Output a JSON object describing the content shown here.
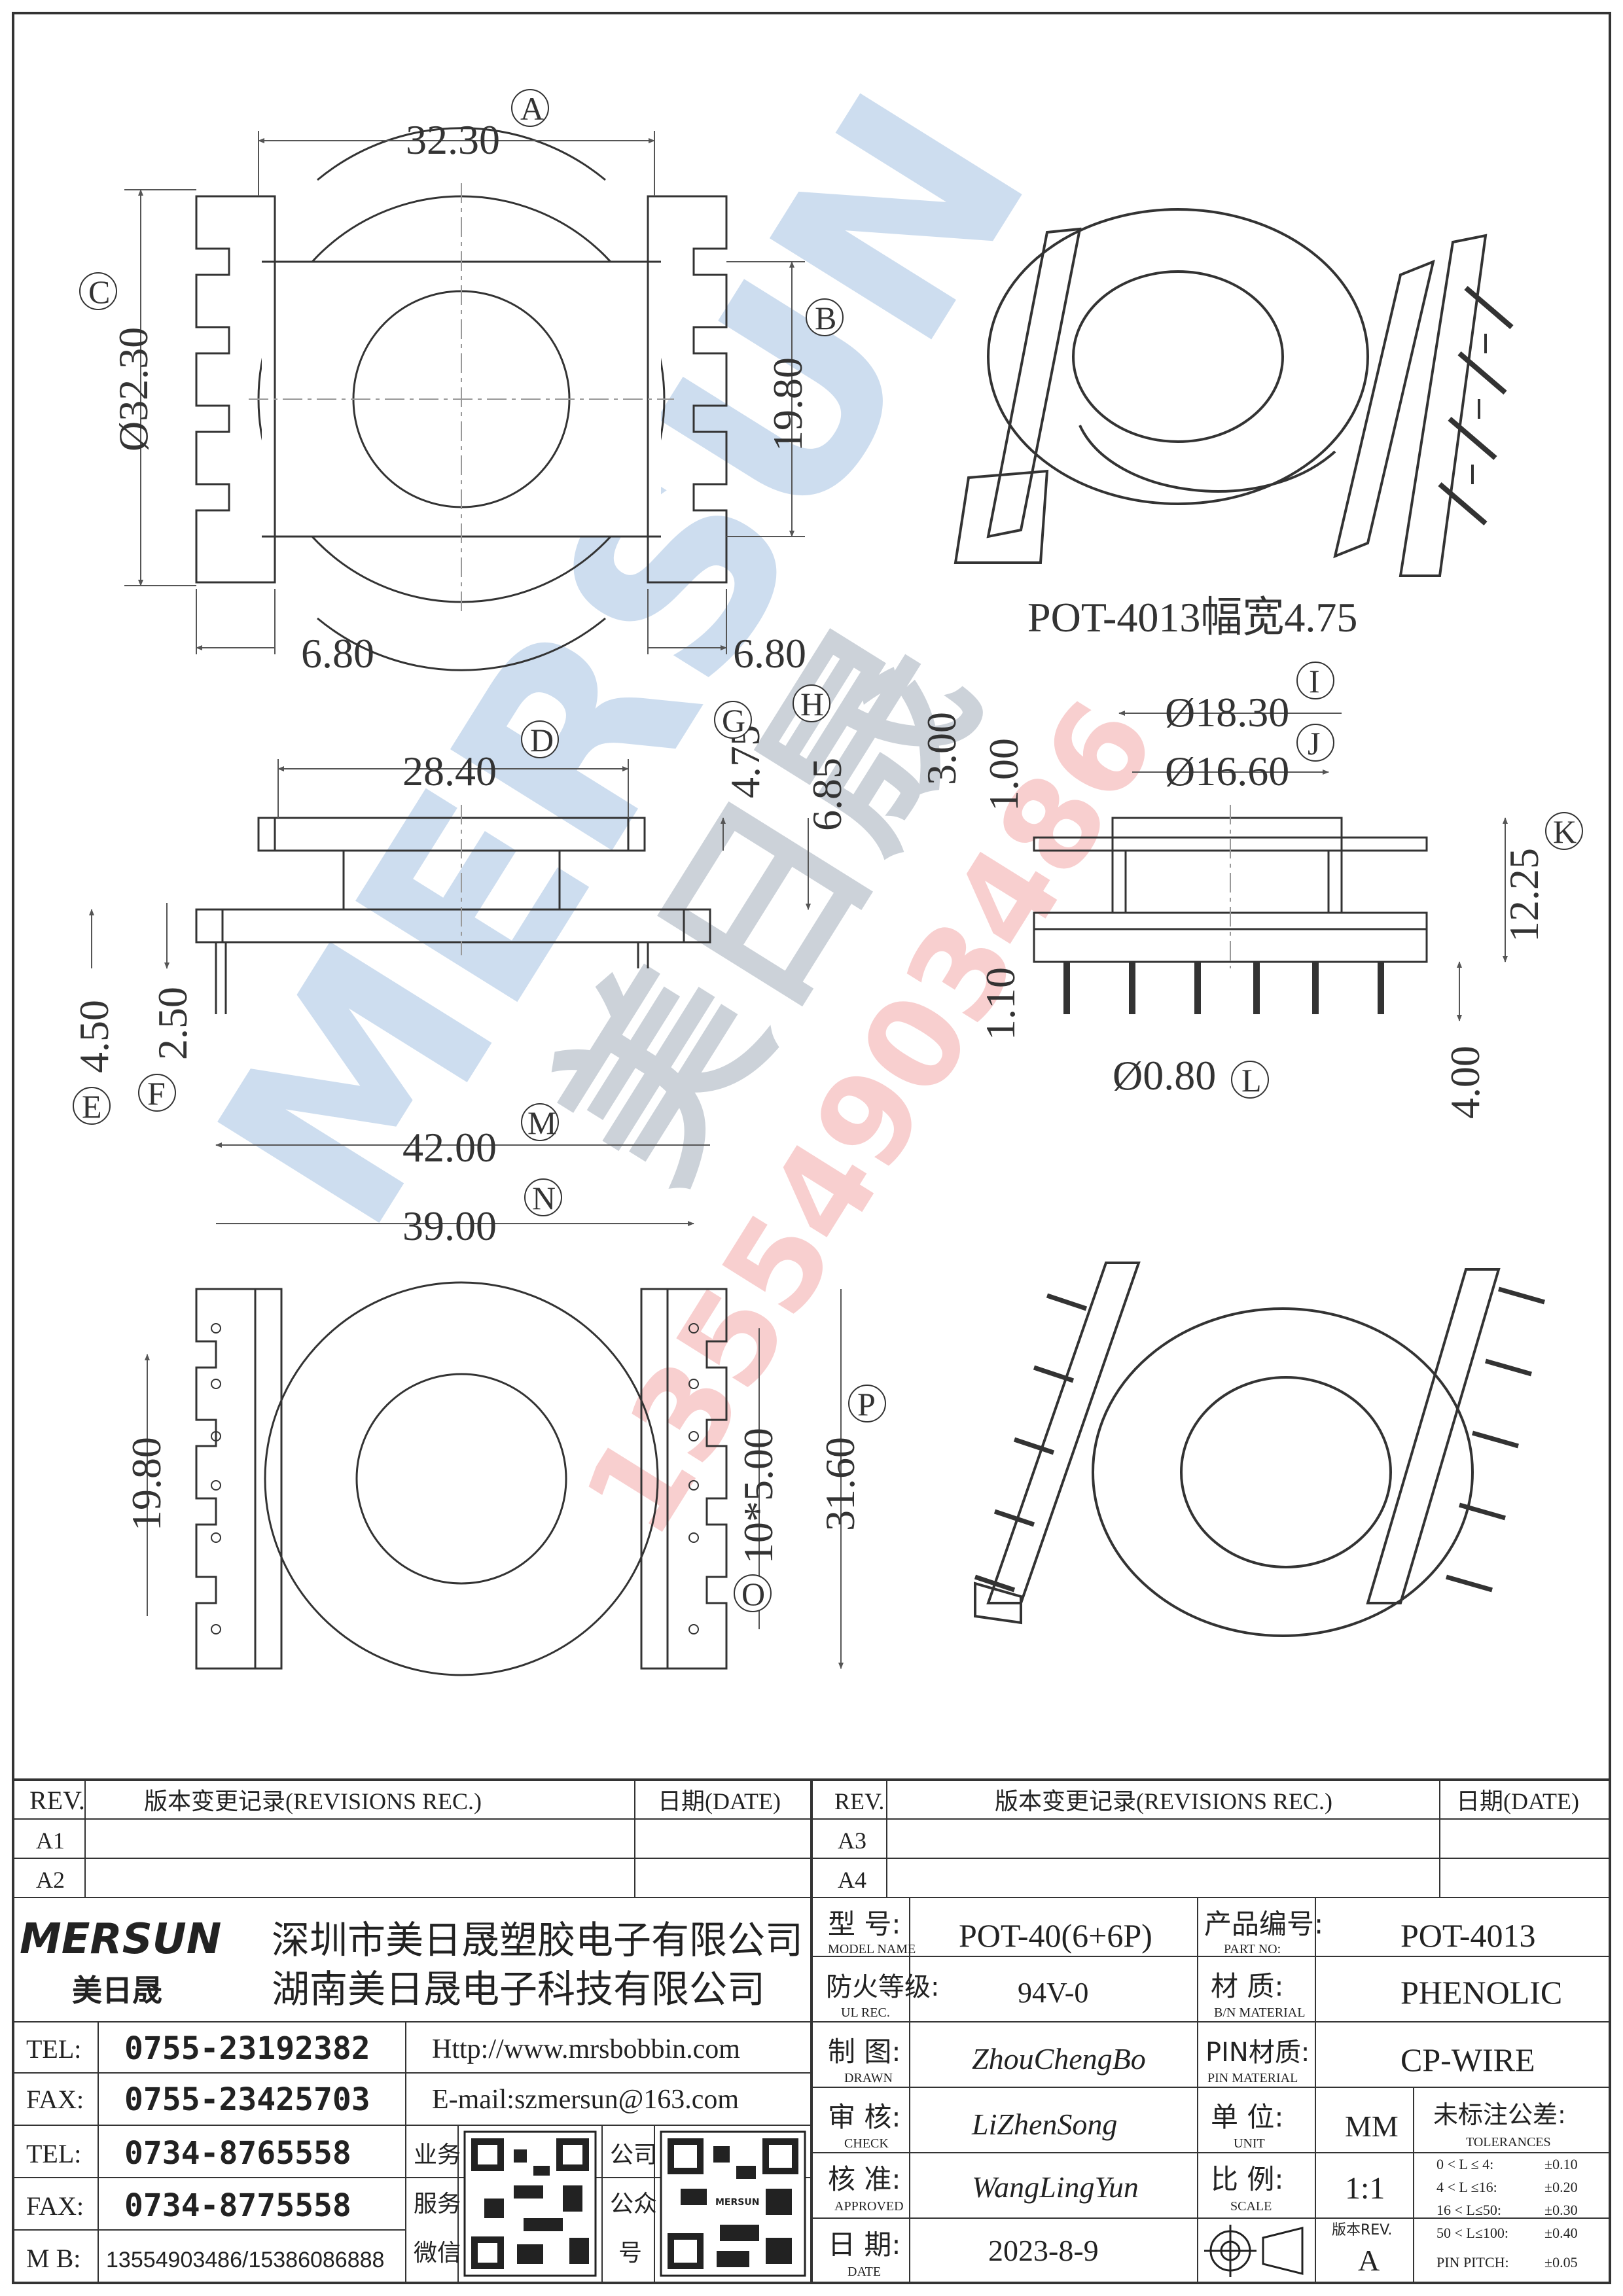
{
  "watermark": {
    "brand": "MERSUN",
    "chinese": "美日晟",
    "phone": "13554903486"
  },
  "dimensions": {
    "top_view": {
      "A": "32.30",
      "B": "19.80",
      "C": "Ø32.30",
      "left_width": "6.80",
      "right_width": "6.80"
    },
    "front_view": {
      "D": "28.40",
      "G": "4.75",
      "H": "6.85",
      "E": "4.50",
      "F": "2.50"
    },
    "side_view": {
      "I": "Ø18.30",
      "J": "Ø16.60",
      "K": "12.25",
      "t1": "3.00",
      "t2": "1.00",
      "t3": "1.10",
      "L": "Ø0.80",
      "pin_len": "4.00"
    },
    "bottom_view": {
      "M": "42.00",
      "N": "39.00",
      "height": "19.80",
      "O": "10*5.00",
      "P": "31.60"
    }
  },
  "labels": [
    "A",
    "B",
    "C",
    "D",
    "E",
    "F",
    "G",
    "H",
    "I",
    "J",
    "K",
    "L",
    "M",
    "N",
    "O",
    "P"
  ],
  "iso_caption": "POT-4013幅宽4.75",
  "revisions": {
    "left": {
      "rev": "REV.",
      "title": "版本变更记录(REVISIONS REC.)",
      "date": "日期(DATE)",
      "rows": [
        "A1",
        "A2"
      ]
    },
    "right": {
      "rev": "REV.",
      "title": "版本变更记录(REVISIONS REC.)",
      "date": "日期(DATE)",
      "rows": [
        "A3",
        "A4"
      ]
    }
  },
  "company": {
    "logo": "MERSUN",
    "logo_cn": "美日晟",
    "name1": "深圳市美日晟塑胶电子有限公司",
    "name2": "湖南美日晟电子科技有限公司",
    "contacts": [
      {
        "label": "TEL:",
        "value": "0755-23192382"
      },
      {
        "label": "FAX:",
        "value": "0755-23425703"
      },
      {
        "label": "TEL:",
        "value": "0734-8765558"
      },
      {
        "label": "FAX:",
        "value": "0734-8775558"
      },
      {
        "label": "M B:",
        "value": "13554903486/15386086888"
      }
    ],
    "web": "Http://www.mrsbobbin.com",
    "email": "E-mail:szmersun@163.com",
    "qr1_label": [
      "业务",
      "服务",
      "微信"
    ],
    "qr2_label": [
      "公司",
      "公众",
      "号"
    ]
  },
  "spec": {
    "model_label": "型 号:",
    "model_label_en": "MODEL NAME",
    "model": "POT-40(6+6P)",
    "part_label": "产品编号:",
    "part_label_en": "PART NO:",
    "part": "POT-4013",
    "ul_label": "防火等级:",
    "ul_label_en": "UL REC.",
    "ul": "94V-0",
    "material_label": "材 质:",
    "material_label_en": "B/N MATERIAL",
    "material": "PHENOLIC",
    "drawn_label": "制 图:",
    "drawn_label_en": "DRAWN",
    "drawn": "ZhouChengBo",
    "pin_label": "PIN材质:",
    "pin_label_en": "PIN MATERIAL",
    "pin": "CP-WIRE",
    "check_label": "审 核:",
    "check_label_en": "CHECK",
    "check": "LiZhenSong",
    "unit_label": "单 位:",
    "unit_label_en": "UNIT",
    "unit": "MM",
    "approved_label": "核 准:",
    "approved_label_en": "APPROVED",
    "approved": "WangLingYun",
    "scale_label": "比 例:",
    "scale_label_en": "SCALE",
    "scale": "1:1",
    "date_label": "日 期:",
    "date_label_en": "DATE",
    "date": "2023-8-9",
    "version_label": "版本REV.",
    "version": "A",
    "tol_title": "未标注公差:",
    "tol_title_en": "TOLERANCES",
    "tolerances": [
      {
        "range": "0 < L ≤ 4:",
        "value": "±0.10"
      },
      {
        "range": "4 < L ≤16:",
        "value": "±0.20"
      },
      {
        "range": "16 < L≤50:",
        "value": "±0.30"
      },
      {
        "range": "50 < L≤100:",
        "value": "±0.40"
      },
      {
        "range": "PIN PITCH:",
        "value": "±0.05"
      }
    ]
  }
}
